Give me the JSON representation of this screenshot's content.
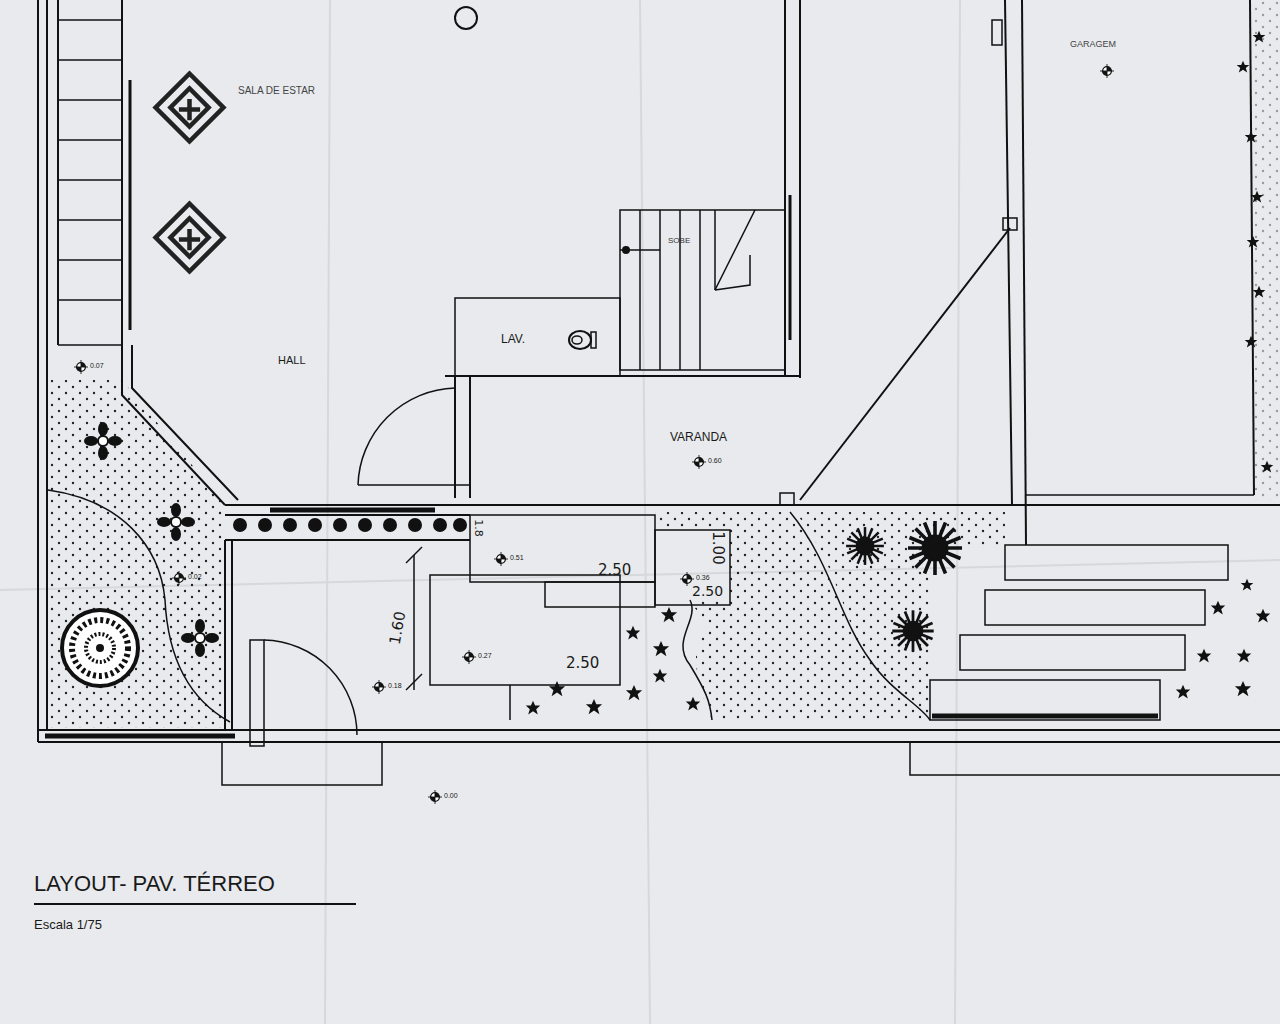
{
  "diagram": {
    "title": "LAYOUT- PAV. TÉRREO",
    "caption": "Escala 1/75",
    "nodes": [
      {
        "text": [
          "LAV."
        ]
      }
    ],
    "labels": [
      "SALA DE ESTAR",
      "GARAGEM",
      "SOBE",
      "HALL",
      "VARANDA",
      "0.07",
      "0.60",
      "0.51",
      "0.36",
      "0.27",
      "0.18",
      "0.02",
      "0.00",
      "1.60",
      "2.50",
      "1.00",
      "2.50",
      "2.50",
      "1.8"
    ]
  }
}
